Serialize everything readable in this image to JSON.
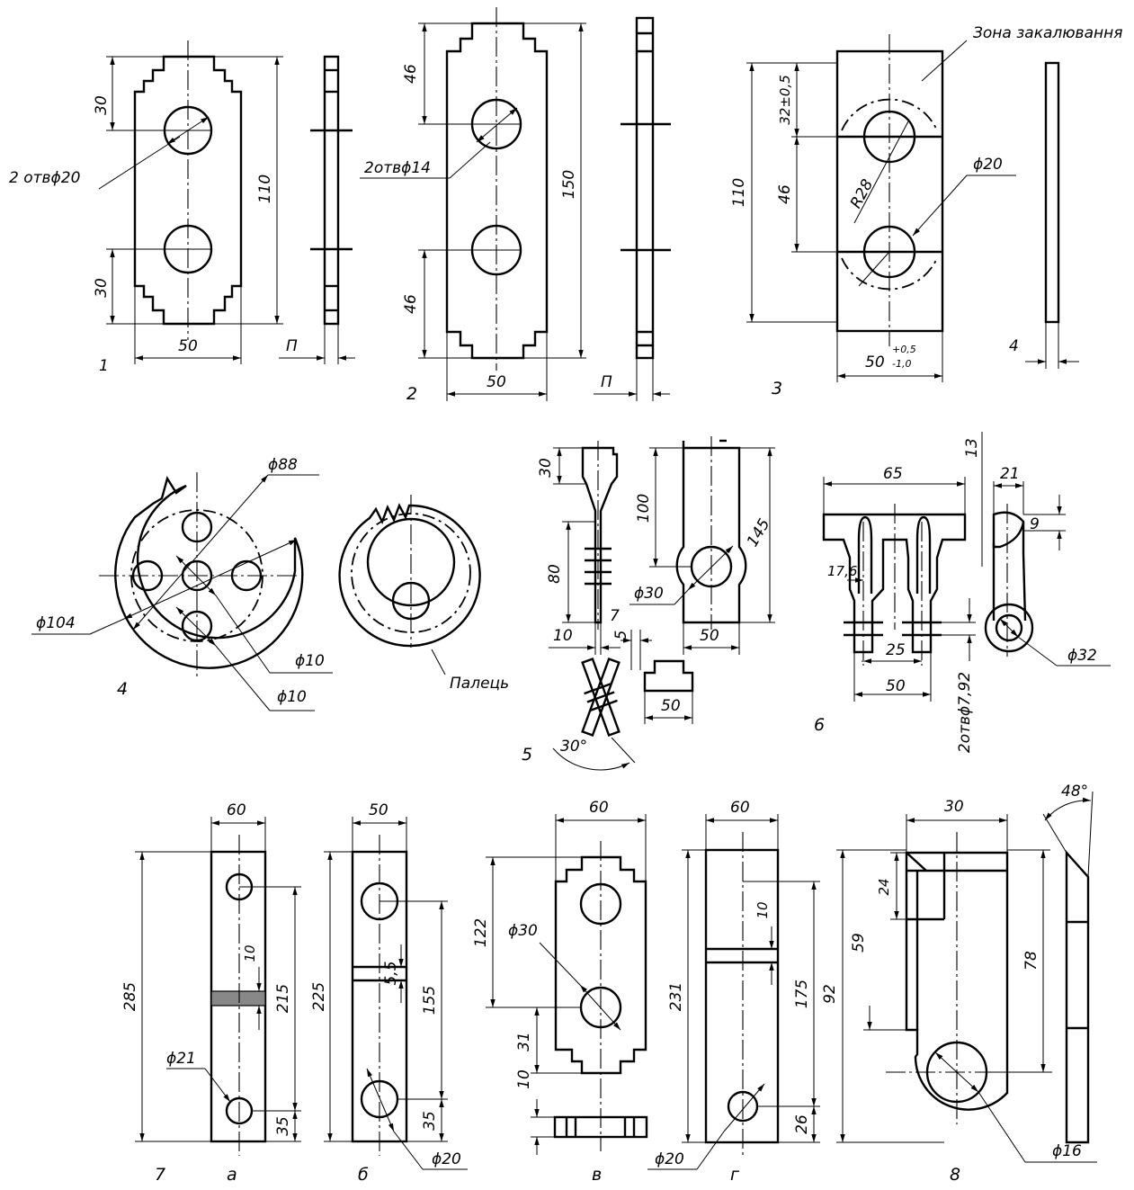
{
  "zone_label": "Зона закалювання",
  "finger_label": "Палець",
  "fig1": {
    "number": "1",
    "hole_note": "2 отвϕ20",
    "d_top": "30",
    "d_bottom": "30",
    "d_height": "110",
    "d_width": "50",
    "thickness": "П"
  },
  "fig2": {
    "number": "2",
    "hole_note": "2отвϕ14",
    "d_top": "46",
    "d_bottom": "46",
    "d_height": "150",
    "d_width": "50",
    "thickness": "П"
  },
  "fig3": {
    "number": "3",
    "d_top": "32±0,5",
    "d_mid": "46",
    "d_height": "110",
    "radius": "R28",
    "hole": "ϕ20",
    "d_width": "50",
    "tol_upper": "+0,5",
    "tol_lower": "-1,0",
    "thickness": "4"
  },
  "fig4": {
    "number": "4",
    "d88": "ϕ88",
    "d104": "ϕ104",
    "d10a": "ϕ10",
    "d10b": "ϕ10"
  },
  "fig5": {
    "number": "5",
    "d30": "30",
    "d80": "80",
    "d10": "10",
    "d100": "100",
    "d145": "145",
    "hole": "ϕ30",
    "d50a": "50",
    "d5": "5",
    "d50b": "50",
    "angle": "30°",
    "label7": "7"
  },
  "fig6": {
    "number": "6",
    "d65": "65",
    "d13": "13",
    "d21": "21",
    "d9": "9",
    "d176": "17,6",
    "d25": "25",
    "d50": "50",
    "holes": "2отвϕ7,92",
    "hole32": "ϕ32"
  },
  "fig7": {
    "number": "7",
    "a": "а",
    "b": "б",
    "v": "в",
    "g": "г",
    "a_w": "60",
    "a_h": "285",
    "a_10": "10",
    "a_215": "215",
    "a_hole": "ϕ21",
    "a_35": "35",
    "b_w": "50",
    "b_h": "225",
    "b_55": "5,5",
    "b_155": "155",
    "b_35": "35",
    "b_hole": "ϕ20",
    "v_w": "60",
    "v_hole": "ϕ30",
    "v_122": "122",
    "v_31": "31",
    "v_10": "10",
    "g_w": "60",
    "g_231": "231",
    "g_10": "10",
    "g_175": "175",
    "g_26": "26",
    "g_hole": "ϕ20"
  },
  "fig8": {
    "number": "8",
    "d30": "30",
    "angle": "48°",
    "d24": "24",
    "d59": "59",
    "d92": "92",
    "d78": "78",
    "hole": "ϕ16"
  }
}
